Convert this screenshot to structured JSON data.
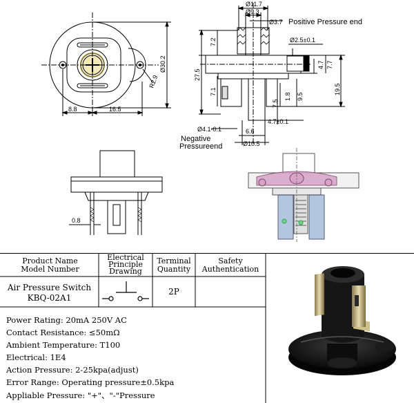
{
  "drawing": {
    "top_view": {
      "dim_left": "8.8",
      "dim_mid": "16.5",
      "dim_dia": "Ø30.2",
      "dim_radius": "R2.9"
    },
    "side_view": {
      "dim_d117": "Ø11.7",
      "dim_d93": "Ø9.3",
      "dim_d37": "Ø3.7",
      "positive_label": "Positive Pressure end",
      "dim_d25": "Ø2.5±0.1",
      "dim_72": "7.2",
      "dim_275": "27.5",
      "dim_71": "7.1",
      "dim_75": "7.5",
      "dim_18": "1.8",
      "dim_95": "9.5",
      "dim_47": "4.7",
      "dim_77": "7.7",
      "dim_195": "19.5",
      "dim_41": "Ø4.1-0.1",
      "dim_66": "6.6",
      "dim_47b": "4.7±0.1",
      "dim_105": "Ø10.5",
      "negative_label_1": "Negative",
      "negative_label_2": "Pressureend"
    },
    "front_view": {
      "dim_08": "0.8"
    }
  },
  "table": {
    "header_product_1": "Product Name",
    "header_product_2": "Model Number",
    "header_elec_1": "Electrical",
    "header_elec_2": "Principle",
    "header_elec_3": "Drawing",
    "header_terminal_1": "Terminal",
    "header_terminal_2": "Quantity",
    "header_safety_1": "Safety",
    "header_safety_2": "Authentication",
    "product_name": "Air Pressure Switch",
    "model_number": "KBQ-02A1",
    "terminal_quantity": "2P",
    "safety_value": ""
  },
  "specs": [
    "Power Rating: 20mA 250V AC",
    "Contact Resistance: ≤50mΩ",
    "Ambient Temperature: T100",
    "Electrical: 1E4",
    "Action Pressure: 2-25kpa(adjust)",
    "Error Range: Operating pressure±0.5kpa",
    "Appliable Pressure: \"+\"、\"-\"Pressure"
  ],
  "colors": {
    "line": "#000000",
    "section_pink": "#d9a3c8",
    "section_blue": "#9fb8d8",
    "product_black": "#141414"
  }
}
